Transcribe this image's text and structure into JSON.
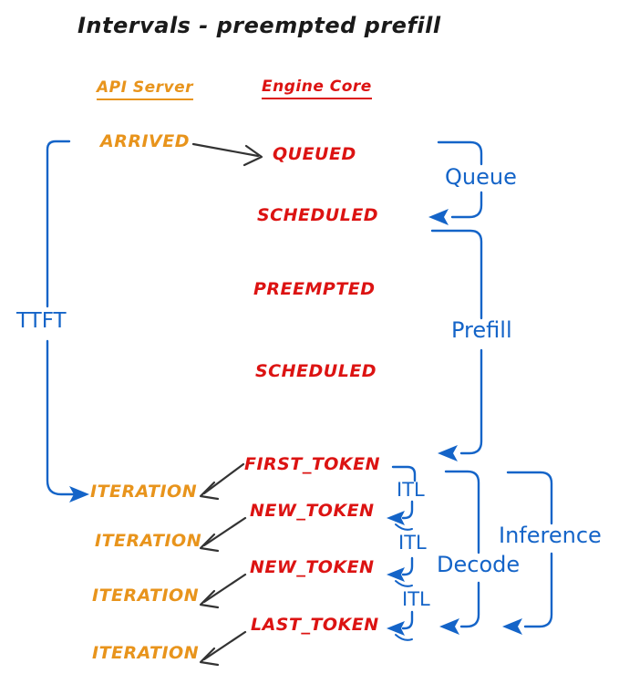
{
  "title": "Intervals - preempted prefill",
  "colors": {
    "api": "#E8941C",
    "engine": "#DC1312",
    "interval": "#1464C8",
    "arrow": "#333333",
    "bg": "#FFFFFF",
    "title": "#1A1A1A"
  },
  "headers": {
    "api": "API Server",
    "engine": "Engine Core"
  },
  "api_events": [
    "ARRIVED",
    "ITERATION",
    "ITERATION",
    "ITERATION",
    "ITERATION"
  ],
  "engine_events": [
    "QUEUED",
    "SCHEDULED",
    "PREEMPTED",
    "SCHEDULED",
    "FIRST_TOKEN",
    "NEW_TOKEN",
    "NEW_TOKEN",
    "LAST_TOKEN"
  ],
  "intervals": {
    "ttft": "TTFT",
    "queue": "Queue",
    "prefill": "Prefill",
    "itl": [
      "ITL",
      "ITL",
      "ITL"
    ],
    "decode": "Decode",
    "inference": "Inference"
  }
}
